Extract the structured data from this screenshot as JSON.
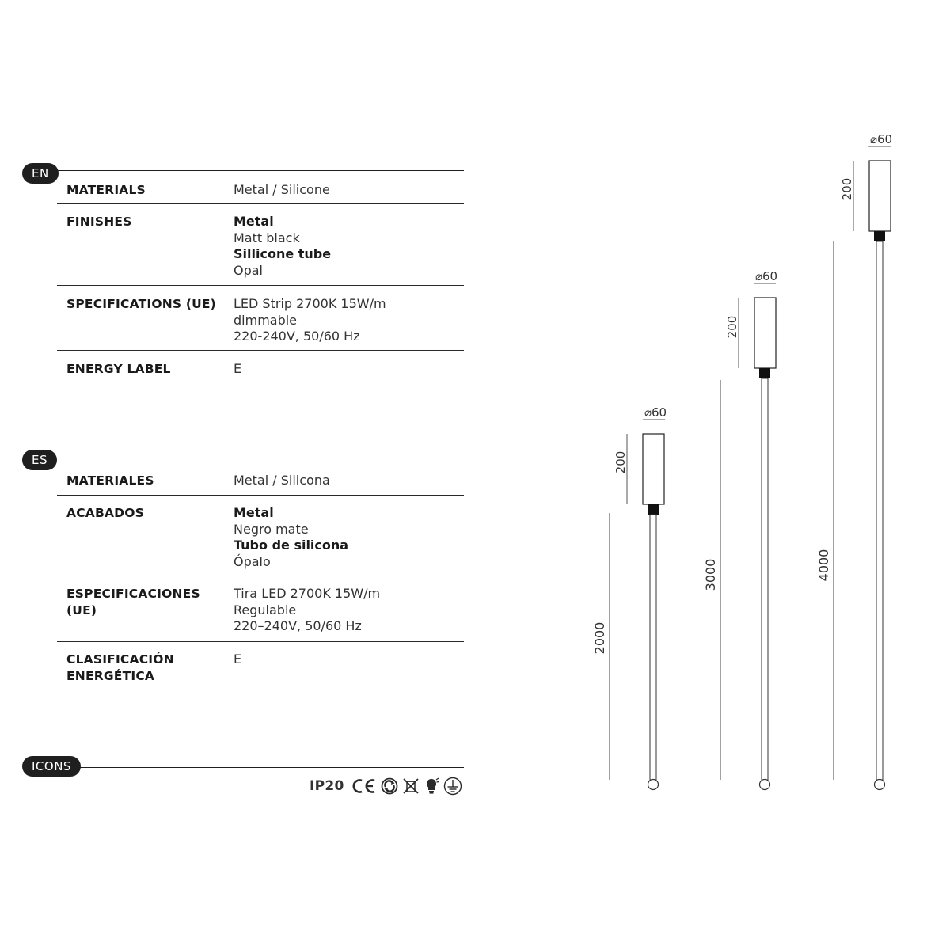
{
  "sections": {
    "en": {
      "tag": "EN",
      "rows": [
        {
          "label": "MATERIALS",
          "lines": [
            {
              "text": "Metal / Silicone",
              "bold": false
            }
          ]
        },
        {
          "label": "FINISHES",
          "lines": [
            {
              "text": "Metal",
              "bold": true
            },
            {
              "text": "Matt black",
              "bold": false
            },
            {
              "text": "Sillicone tube",
              "bold": true
            },
            {
              "text": "Opal",
              "bold": false
            }
          ]
        },
        {
          "label": "SPECIFICATIONS (UE)",
          "lines": [
            {
              "text": "LED Strip 2700K 15W/m",
              "bold": false
            },
            {
              "text": "dimmable",
              "bold": false
            },
            {
              "text": "220-240V, 50/60 Hz",
              "bold": false
            }
          ]
        },
        {
          "label": "ENERGY LABEL",
          "lines": [
            {
              "text": "E",
              "bold": false
            }
          ]
        }
      ]
    },
    "es": {
      "tag": "ES",
      "rows": [
        {
          "label": "MATERIALES",
          "lines": [
            {
              "text": "Metal / Silicona",
              "bold": false
            }
          ]
        },
        {
          "label": "ACABADOS",
          "lines": [
            {
              "text": "Metal",
              "bold": true
            },
            {
              "text": "Negro mate",
              "bold": false
            },
            {
              "text": "Tubo de silicona",
              "bold": true
            },
            {
              "text": "Ópalo",
              "bold": false
            }
          ]
        },
        {
          "label": "ESPECIFICACIONES (UE)",
          "lines": [
            {
              "text": "Tira LED 2700K 15W/m",
              "bold": false
            },
            {
              "text": "Regulable",
              "bold": false
            },
            {
              "text": "220–240V, 50/60 Hz",
              "bold": false
            }
          ]
        },
        {
          "label": "CLASIFICACIÓN ENERGÉTICA",
          "lines": [
            {
              "text": "E",
              "bold": false
            }
          ]
        }
      ]
    },
    "icons": {
      "tag": "ICONS",
      "ip_rating": "IP20",
      "symbols": [
        "ce-mark-icon",
        "recycling-icon",
        "crossed-bin-icon",
        "dimmable-bulb-icon",
        "earth-ground-icon"
      ]
    }
  },
  "drawings": [
    {
      "diameter": "⌀60",
      "head_height": "200",
      "total_length": "2000"
    },
    {
      "diameter": "⌀60",
      "head_height": "200",
      "total_length": "3000"
    },
    {
      "diameter": "⌀60",
      "head_height": "200",
      "total_length": "4000"
    }
  ],
  "colors": {
    "ink": "#1f1f1f",
    "text": "#333333"
  }
}
